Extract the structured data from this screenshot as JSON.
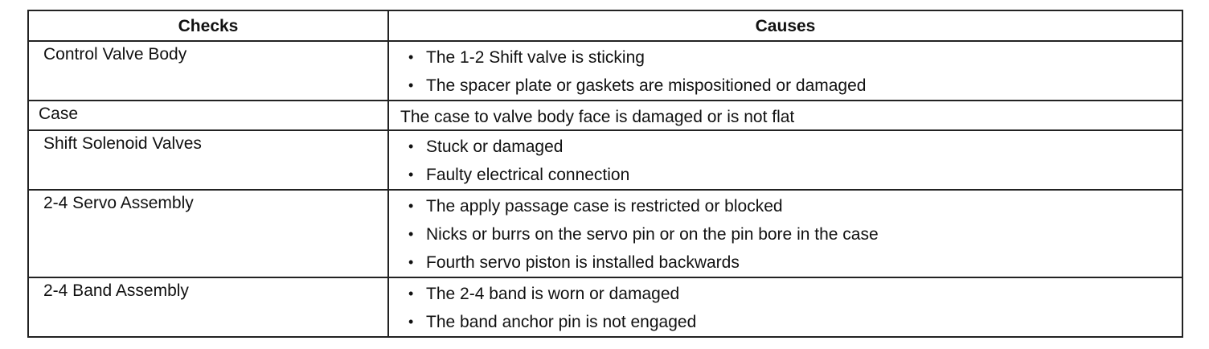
{
  "table": {
    "headers": {
      "checks": "Checks",
      "causes": "Causes"
    },
    "rows": [
      {
        "check": "Control Valve Body",
        "causes": [
          "The 1-2 Shift valve is sticking",
          "The spacer plate or gaskets are mispositioned or damaged"
        ]
      },
      {
        "check": "Case",
        "cause_text": "The case to valve body face is damaged or is not flat"
      },
      {
        "check": "Shift Solenoid Valves",
        "causes": [
          "Stuck or damaged",
          "Faulty electrical connection"
        ]
      },
      {
        "check": "2-4 Servo Assembly",
        "causes": [
          "The apply passage case is restricted or blocked",
          "Nicks or burrs on the servo pin or on the pin bore in the case",
          "Fourth servo piston is installed backwards"
        ]
      },
      {
        "check": "2-4 Band Assembly",
        "causes": [
          "The 2-4 band is worn or damaged",
          "The band anchor pin is not engaged"
        ]
      }
    ]
  }
}
